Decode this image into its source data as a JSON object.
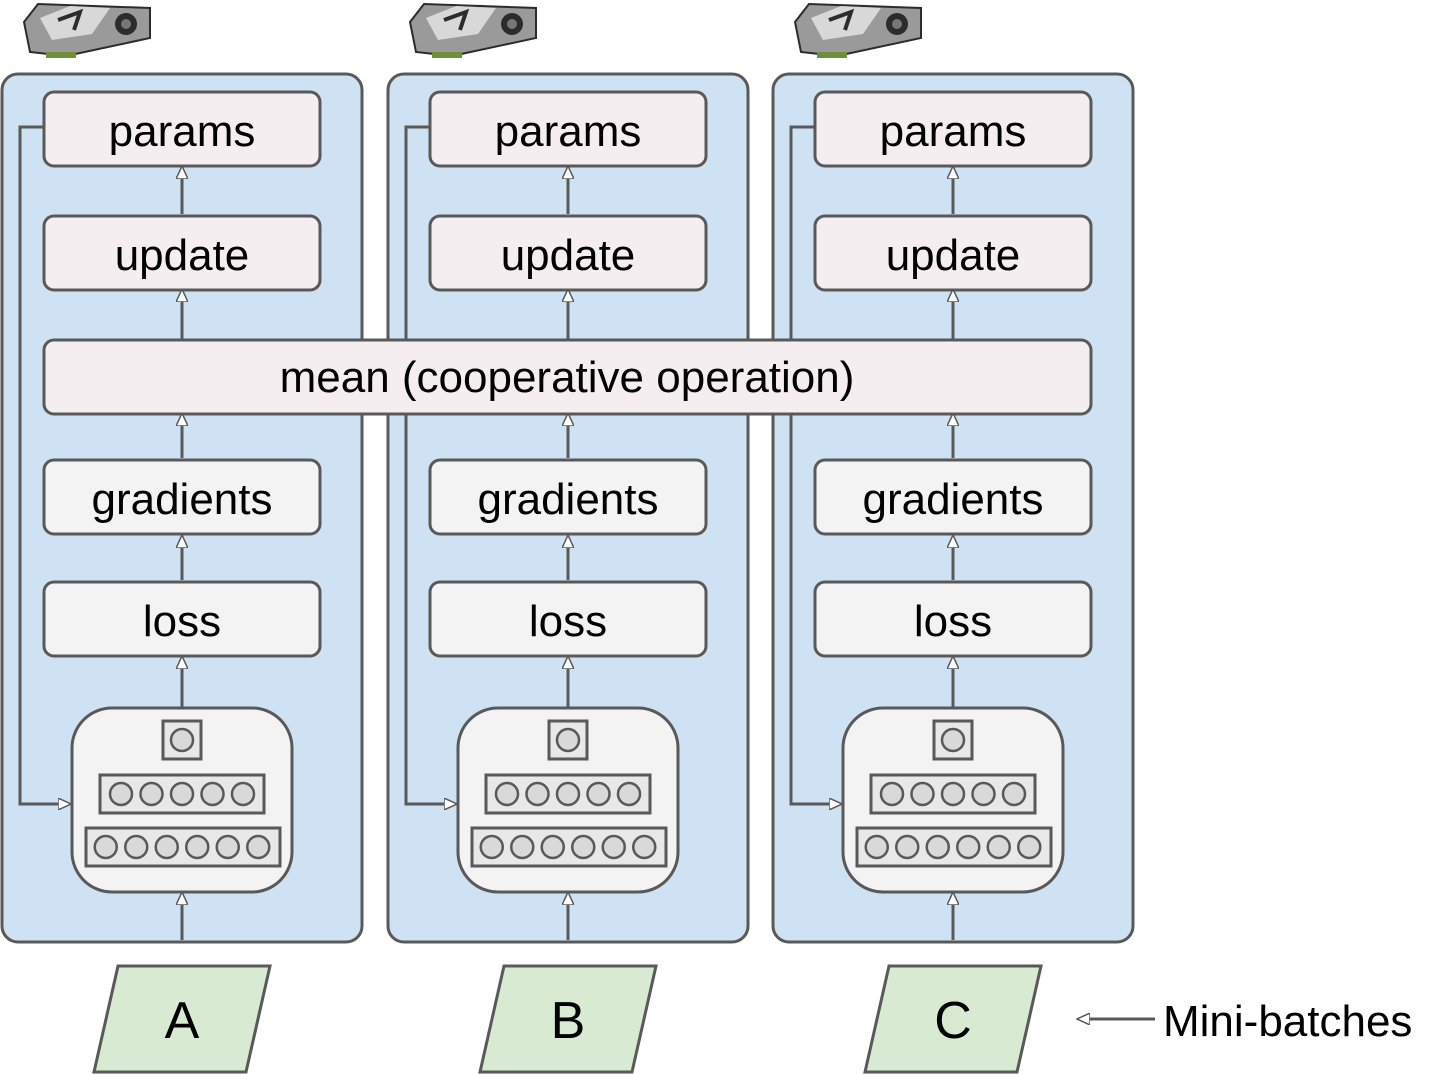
{
  "columns": [
    {
      "id": "gpu-a",
      "gpu_icon": "gpu-card-icon",
      "params_label": "params",
      "update_label": "update",
      "gradients_label": "gradients",
      "loss_label": "loss",
      "batch_label": "A"
    },
    {
      "id": "gpu-b",
      "gpu_icon": "gpu-card-icon",
      "params_label": "params",
      "update_label": "update",
      "gradients_label": "gradients",
      "loss_label": "loss",
      "batch_label": "B"
    },
    {
      "id": "gpu-c",
      "gpu_icon": "gpu-card-icon",
      "params_label": "params",
      "update_label": "update",
      "gradients_label": "gradients",
      "loss_label": "loss",
      "batch_label": "C"
    }
  ],
  "mean_label": "mean (cooperative operation)",
  "minibatches_label": "Mini-batches",
  "network": {
    "output_units": 1,
    "hidden_units": 5,
    "input_units": 6
  },
  "colors": {
    "panel_fill": "#cfe2f3",
    "panel_stroke": "#595959",
    "params_fill": "#f4eef1",
    "box_fill": "#f3f3f3",
    "batch_fill": "#d9ead3",
    "arrow": "#595959",
    "gpu_body": "#9a9a9a",
    "gpu_dark": "#2c2c2c"
  }
}
